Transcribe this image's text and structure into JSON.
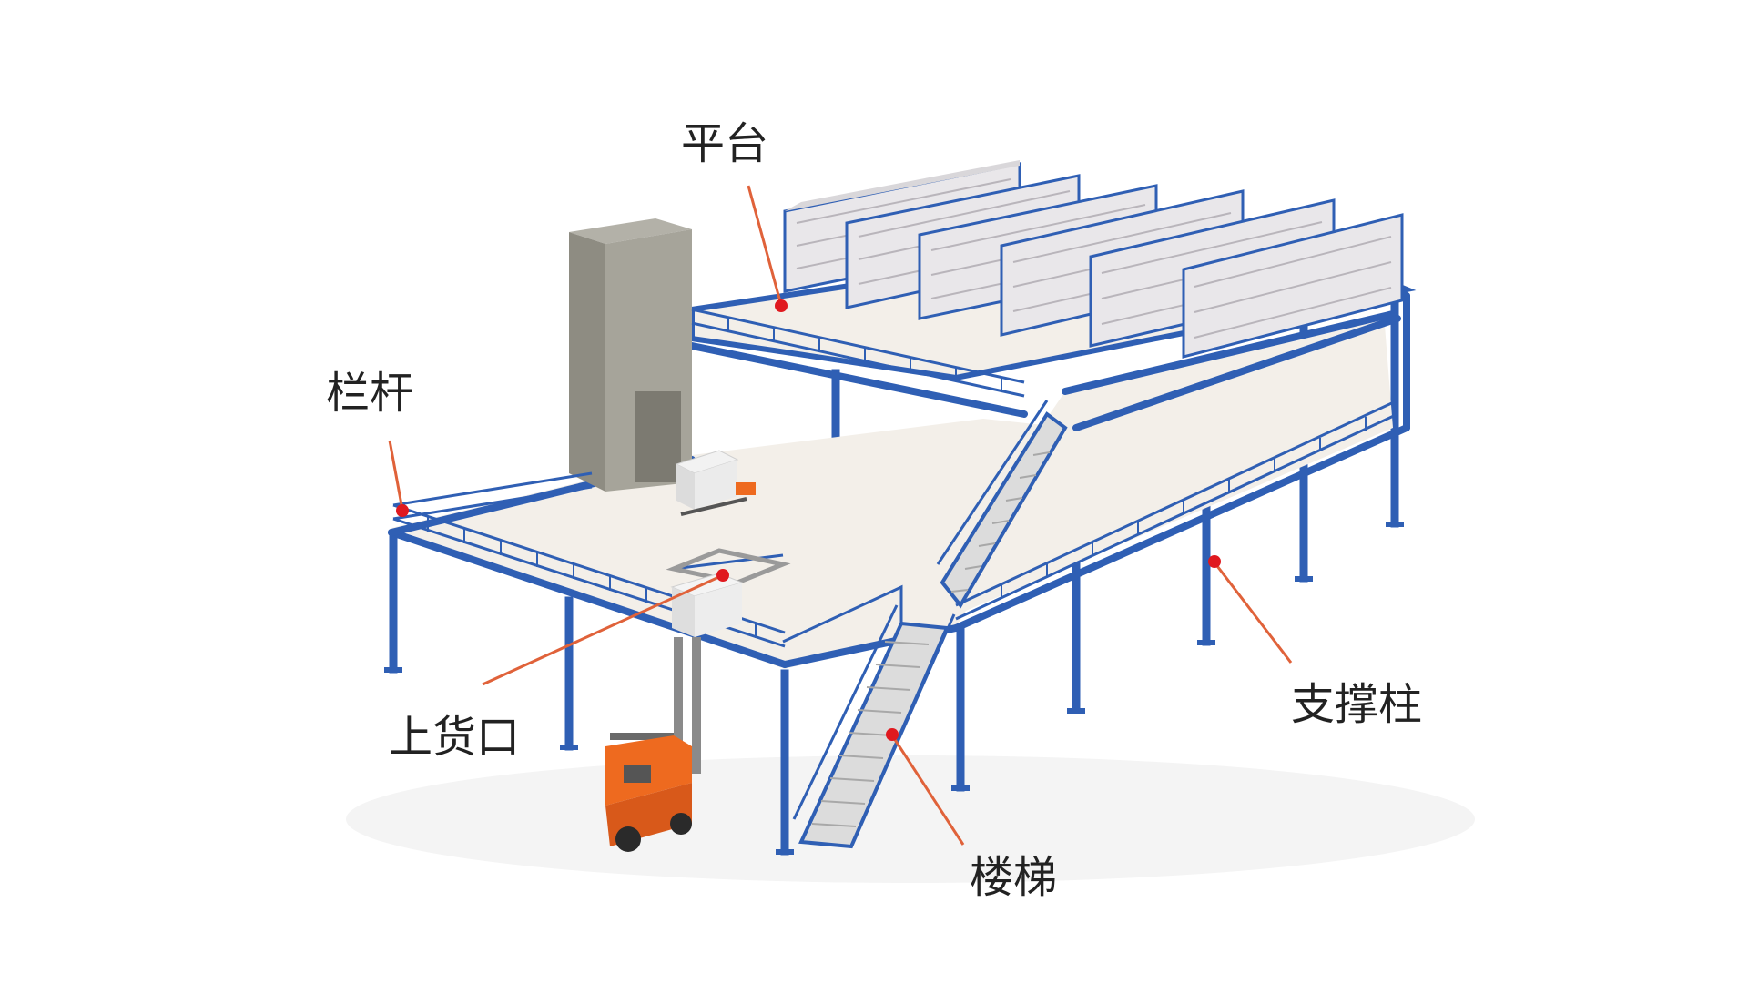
{
  "labels": {
    "platform": "平台",
    "railing": "栏杆",
    "loading_port": "上货口",
    "support_column": "支撑柱",
    "stairs": "楼梯"
  },
  "colors": {
    "steel_blue": "#2f5fb4",
    "callout_line": "#e0623a",
    "callout_dot": "#e0191f",
    "deck": "#f3efe9",
    "elevator": "#8e8c82",
    "forklift": "#ee6a1f",
    "box": "#ececec"
  }
}
